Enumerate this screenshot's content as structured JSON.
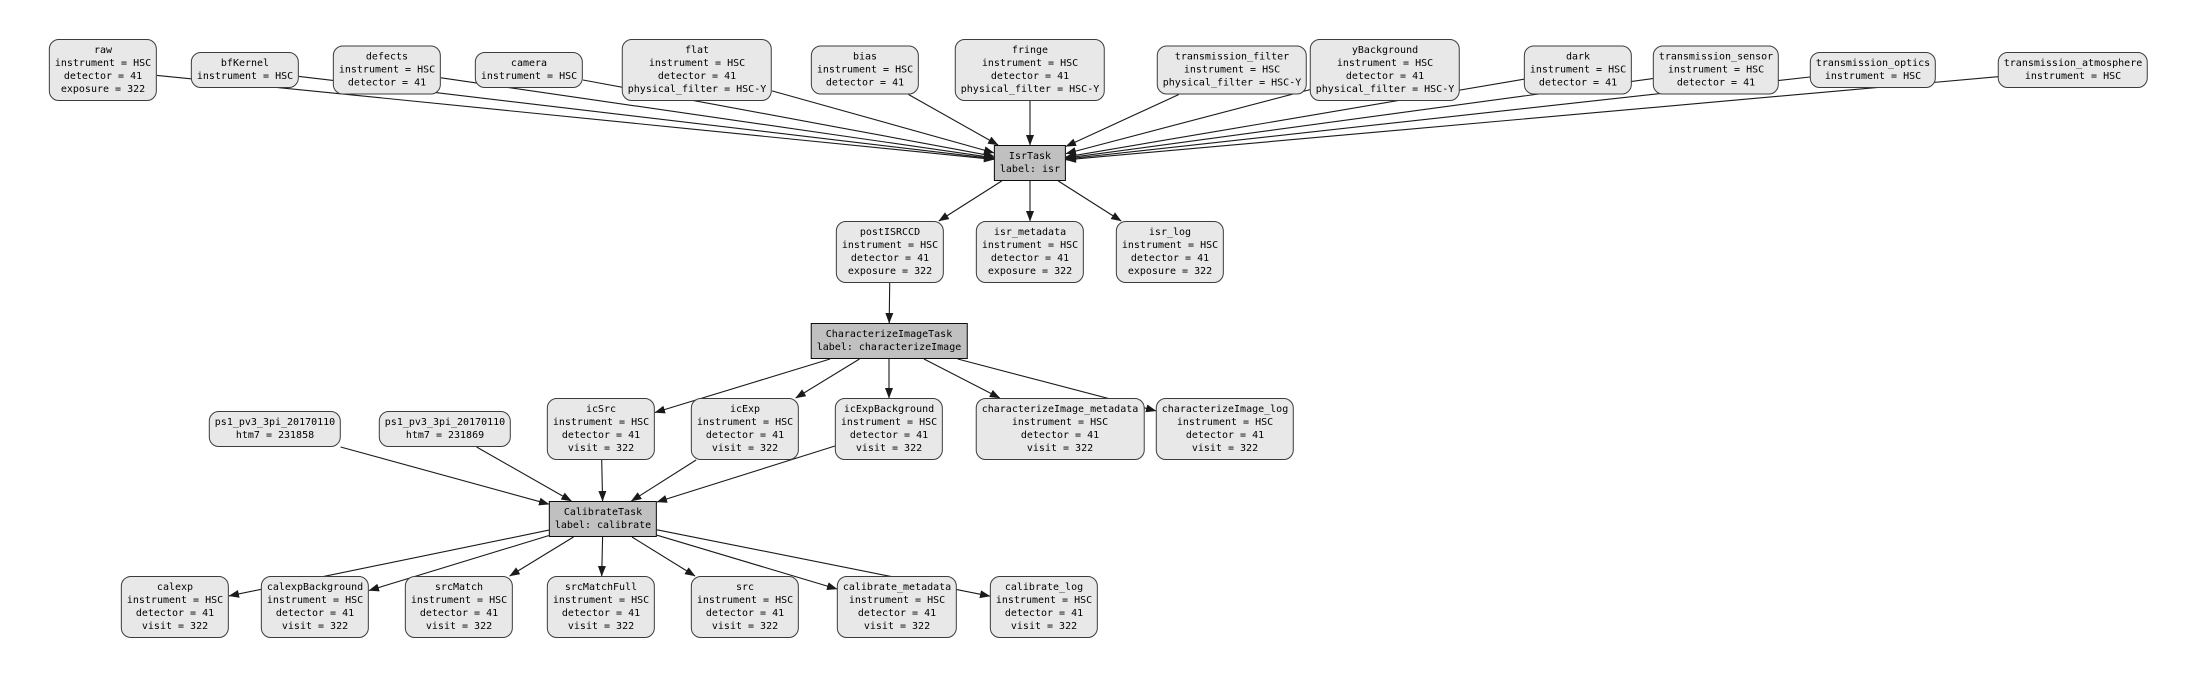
{
  "diagram": {
    "type": "pipeline-dag",
    "colors": {
      "background": "#ffffff",
      "dataset_fill": "#e8e8e8",
      "task_fill": "#c0c0c0",
      "border": "#3c3c3c",
      "edge": "#1a1a1a"
    },
    "nodes": [
      {
        "id": "raw",
        "kind": "dataset",
        "title": "raw",
        "attrs": [
          "instrument = HSC",
          "detector = 41",
          "exposure = 322"
        ]
      },
      {
        "id": "bfKernel",
        "kind": "dataset",
        "title": "bfKernel",
        "attrs": [
          "instrument = HSC"
        ]
      },
      {
        "id": "defects",
        "kind": "dataset",
        "title": "defects",
        "attrs": [
          "instrument = HSC",
          "detector = 41"
        ]
      },
      {
        "id": "camera",
        "kind": "dataset",
        "title": "camera",
        "attrs": [
          "instrument = HSC"
        ]
      },
      {
        "id": "flat",
        "kind": "dataset",
        "title": "flat",
        "attrs": [
          "instrument = HSC",
          "detector = 41",
          "physical_filter = HSC-Y"
        ]
      },
      {
        "id": "bias",
        "kind": "dataset",
        "title": "bias",
        "attrs": [
          "instrument = HSC",
          "detector = 41"
        ]
      },
      {
        "id": "fringe",
        "kind": "dataset",
        "title": "fringe",
        "attrs": [
          "instrument = HSC",
          "detector = 41",
          "physical_filter = HSC-Y"
        ]
      },
      {
        "id": "transmission_filter",
        "kind": "dataset",
        "title": "transmission_filter",
        "attrs": [
          "instrument = HSC",
          "physical_filter = HSC-Y"
        ]
      },
      {
        "id": "yBackground",
        "kind": "dataset",
        "title": "yBackground",
        "attrs": [
          "instrument = HSC",
          "detector = 41",
          "physical_filter = HSC-Y"
        ]
      },
      {
        "id": "dark",
        "kind": "dataset",
        "title": "dark",
        "attrs": [
          "instrument = HSC",
          "detector = 41"
        ]
      },
      {
        "id": "transmission_sensor",
        "kind": "dataset",
        "title": "transmission_sensor",
        "attrs": [
          "instrument = HSC",
          "detector = 41"
        ]
      },
      {
        "id": "transmission_optics",
        "kind": "dataset",
        "title": "transmission_optics",
        "attrs": [
          "instrument = HSC"
        ]
      },
      {
        "id": "transmission_atmosphere",
        "kind": "dataset",
        "title": "transmission_atmosphere",
        "attrs": [
          "instrument = HSC"
        ]
      },
      {
        "id": "isrTask",
        "kind": "task",
        "title": "IsrTask",
        "attrs": [
          "label: isr"
        ]
      },
      {
        "id": "postISRCCD",
        "kind": "dataset",
        "title": "postISRCCD",
        "attrs": [
          "instrument = HSC",
          "detector = 41",
          "exposure = 322"
        ]
      },
      {
        "id": "isr_metadata",
        "kind": "dataset",
        "title": "isr_metadata",
        "attrs": [
          "instrument = HSC",
          "detector = 41",
          "exposure = 322"
        ]
      },
      {
        "id": "isr_log",
        "kind": "dataset",
        "title": "isr_log",
        "attrs": [
          "instrument = HSC",
          "detector = 41",
          "exposure = 322"
        ]
      },
      {
        "id": "characterizeImageTask",
        "kind": "task",
        "title": "CharacterizeImageTask",
        "attrs": [
          "label: characterizeImage"
        ]
      },
      {
        "id": "ps1_a",
        "kind": "dataset",
        "title": "ps1_pv3_3pi_20170110",
        "attrs": [
          "htm7 = 231858"
        ]
      },
      {
        "id": "ps1_b",
        "kind": "dataset",
        "title": "ps1_pv3_3pi_20170110",
        "attrs": [
          "htm7 = 231869"
        ]
      },
      {
        "id": "icSrc",
        "kind": "dataset",
        "title": "icSrc",
        "attrs": [
          "instrument = HSC",
          "detector = 41",
          "visit = 322"
        ]
      },
      {
        "id": "icExp",
        "kind": "dataset",
        "title": "icExp",
        "attrs": [
          "instrument = HSC",
          "detector = 41",
          "visit = 322"
        ]
      },
      {
        "id": "icExpBackground",
        "kind": "dataset",
        "title": "icExpBackground",
        "attrs": [
          "instrument = HSC",
          "detector = 41",
          "visit = 322"
        ]
      },
      {
        "id": "characterizeImage_metadata",
        "kind": "dataset",
        "title": "characterizeImage_metadata",
        "attrs": [
          "instrument = HSC",
          "detector = 41",
          "visit = 322"
        ]
      },
      {
        "id": "characterizeImage_log",
        "kind": "dataset",
        "title": "characterizeImage_log",
        "attrs": [
          "instrument = HSC",
          "detector = 41",
          "visit = 322"
        ]
      },
      {
        "id": "calibrateTask",
        "kind": "task",
        "title": "CalibrateTask",
        "attrs": [
          "label: calibrate"
        ]
      },
      {
        "id": "calexp",
        "kind": "dataset",
        "title": "calexp",
        "attrs": [
          "instrument = HSC",
          "detector = 41",
          "visit = 322"
        ]
      },
      {
        "id": "calexpBackground",
        "kind": "dataset",
        "title": "calexpBackground",
        "attrs": [
          "instrument = HSC",
          "detector = 41",
          "visit = 322"
        ]
      },
      {
        "id": "srcMatch",
        "kind": "dataset",
        "title": "srcMatch",
        "attrs": [
          "instrument = HSC",
          "detector = 41",
          "visit = 322"
        ]
      },
      {
        "id": "srcMatchFull",
        "kind": "dataset",
        "title": "srcMatchFull",
        "attrs": [
          "instrument = HSC",
          "detector = 41",
          "visit = 322"
        ]
      },
      {
        "id": "src",
        "kind": "dataset",
        "title": "src",
        "attrs": [
          "instrument = HSC",
          "detector = 41",
          "visit = 322"
        ]
      },
      {
        "id": "calibrate_metadata",
        "kind": "dataset",
        "title": "calibrate_metadata",
        "attrs": [
          "instrument = HSC",
          "detector = 41",
          "visit = 322"
        ]
      },
      {
        "id": "calibrate_log",
        "kind": "dataset",
        "title": "calibrate_log",
        "attrs": [
          "instrument = HSC",
          "detector = 41",
          "visit = 322"
        ]
      }
    ],
    "edges": [
      [
        "raw",
        "isrTask"
      ],
      [
        "bfKernel",
        "isrTask"
      ],
      [
        "defects",
        "isrTask"
      ],
      [
        "camera",
        "isrTask"
      ],
      [
        "flat",
        "isrTask"
      ],
      [
        "bias",
        "isrTask"
      ],
      [
        "fringe",
        "isrTask"
      ],
      [
        "transmission_filter",
        "isrTask"
      ],
      [
        "yBackground",
        "isrTask"
      ],
      [
        "dark",
        "isrTask"
      ],
      [
        "transmission_sensor",
        "isrTask"
      ],
      [
        "transmission_optics",
        "isrTask"
      ],
      [
        "transmission_atmosphere",
        "isrTask"
      ],
      [
        "isrTask",
        "postISRCCD"
      ],
      [
        "isrTask",
        "isr_metadata"
      ],
      [
        "isrTask",
        "isr_log"
      ],
      [
        "postISRCCD",
        "characterizeImageTask"
      ],
      [
        "characterizeImageTask",
        "icSrc"
      ],
      [
        "characterizeImageTask",
        "icExp"
      ],
      [
        "characterizeImageTask",
        "icExpBackground"
      ],
      [
        "characterizeImageTask",
        "characterizeImage_metadata"
      ],
      [
        "characterizeImageTask",
        "characterizeImage_log"
      ],
      [
        "ps1_a",
        "calibrateTask"
      ],
      [
        "ps1_b",
        "calibrateTask"
      ],
      [
        "icSrc",
        "calibrateTask"
      ],
      [
        "icExp",
        "calibrateTask"
      ],
      [
        "icExpBackground",
        "calibrateTask"
      ],
      [
        "calibrateTask",
        "calexp"
      ],
      [
        "calibrateTask",
        "calexpBackground"
      ],
      [
        "calibrateTask",
        "srcMatch"
      ],
      [
        "calibrateTask",
        "srcMatchFull"
      ],
      [
        "calibrateTask",
        "src"
      ],
      [
        "calibrateTask",
        "calibrate_metadata"
      ],
      [
        "calibrateTask",
        "calibrate_log"
      ]
    ]
  }
}
